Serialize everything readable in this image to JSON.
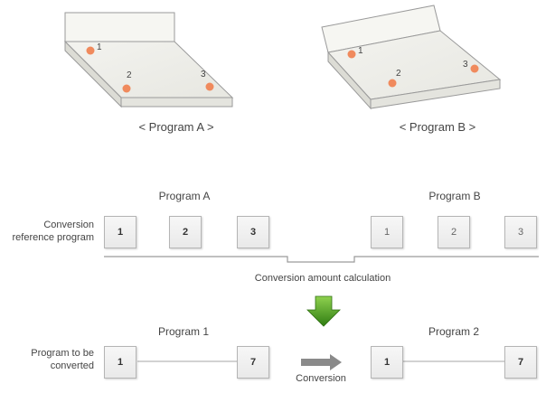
{
  "top": {
    "plate_a": {
      "caption": "< Program A >",
      "points": [
        "1",
        "2",
        "3"
      ]
    },
    "plate_b": {
      "caption": "< Program B >",
      "points": [
        "1",
        "2",
        "3"
      ]
    },
    "point_color": "#f08a5d"
  },
  "reference": {
    "row_label": [
      "Conversion",
      "reference program"
    ],
    "program_a": {
      "title": "Program A",
      "items": [
        "1",
        "2",
        "3"
      ]
    },
    "program_b": {
      "title": "Program B",
      "items": [
        "1",
        "2",
        "3"
      ]
    },
    "calc_label": "Conversion amount calculation"
  },
  "arrow_color": "#4a9a1f",
  "converted": {
    "row_label": [
      "Program to be",
      "converted"
    ],
    "program_1": {
      "title": "Program 1",
      "first": "1",
      "last": "7"
    },
    "program_2": {
      "title": "Program 2",
      "first": "1",
      "last": "7"
    },
    "conversion_label": "Conversion"
  }
}
